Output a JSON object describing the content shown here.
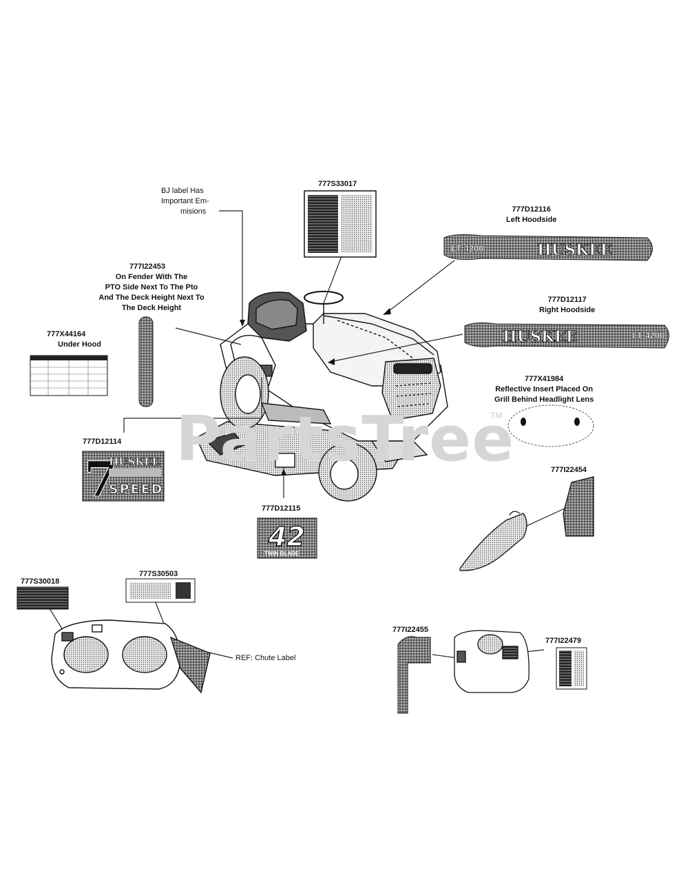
{
  "watermark": "PartsTree",
  "trademark": "TM",
  "callouts": {
    "emissions_note": [
      "BJ label Has",
      "Important Em-",
      "misions"
    ],
    "p777S33017": "777S33017",
    "p777D12116": {
      "part": "777D12116",
      "desc": "Left Hoodside"
    },
    "p777D12117": {
      "part": "777D12117",
      "desc": "Right Hoodside"
    },
    "p777I22453": {
      "part": "777I22453",
      "desc": [
        "On Fender With The",
        "PTO Side Next To The Pto",
        "And The Deck Height Next To",
        "The Deck Height"
      ]
    },
    "p777X44164": {
      "part": "777X44164",
      "desc": "Under Hood"
    },
    "p777X41984": {
      "part": "777X41984",
      "desc": [
        "Reflective Insert Placed On",
        "Grill Behind Headlight Lens"
      ]
    },
    "p777D12114": "777D12114",
    "p777D12115": "777D12115",
    "p777I22454": "777I22454",
    "p777S30018": "777S30018",
    "p777S30503": "777S30503",
    "ref_chute": "REF: Chute Label",
    "p777I22455": "777I22455",
    "p777I22479": "777I22479"
  },
  "decals": {
    "brand": "HUSKEE",
    "model": "LT 4200",
    "speed_digit": "7",
    "speed_word": "SPEED",
    "deck_size": "42",
    "deck_text": "TWIN BLADE"
  }
}
